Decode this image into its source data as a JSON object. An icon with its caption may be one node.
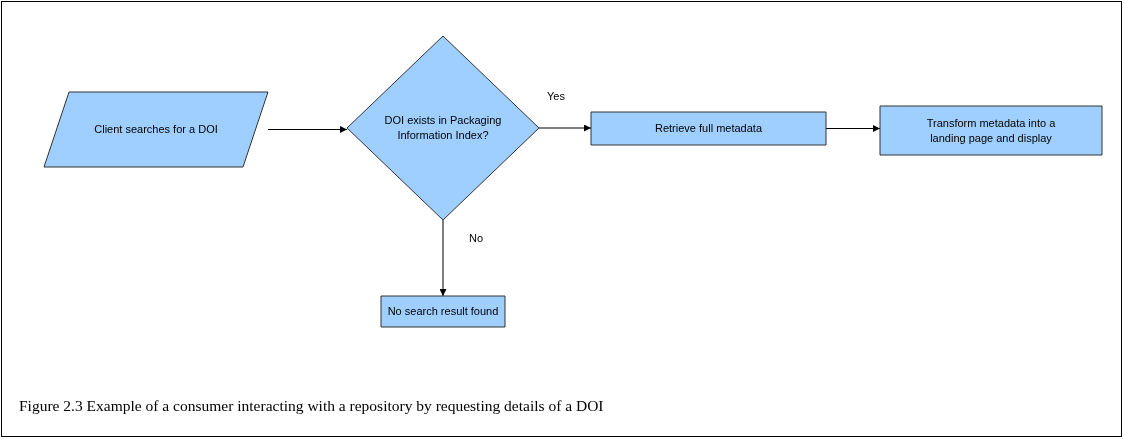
{
  "diagram": {
    "caption": "Figure 2.3 Example of a consumer interacting with a repository by requesting details of a DOI",
    "nodes": [
      {
        "text": [
          "Client searches for a DOI"
        ]
      },
      {
        "text": [
          "DOI exists in Packaging Information Index?"
        ]
      },
      {
        "text": [
          "Retrieve full metadata"
        ]
      },
      {
        "text": [
          "Transform metadata into a landing page and display"
        ]
      },
      {
        "text": [
          "No search result found"
        ]
      }
    ],
    "edges": [
      {
        "from": 0,
        "to": 1,
        "arrow": "to"
      },
      {
        "from": 1,
        "to": 2,
        "arrow": "to",
        "label": "Yes"
      },
      {
        "from": 2,
        "to": 3,
        "arrow": "to"
      },
      {
        "from": 1,
        "to": 4,
        "arrow": "to",
        "label": "No"
      }
    ]
  }
}
